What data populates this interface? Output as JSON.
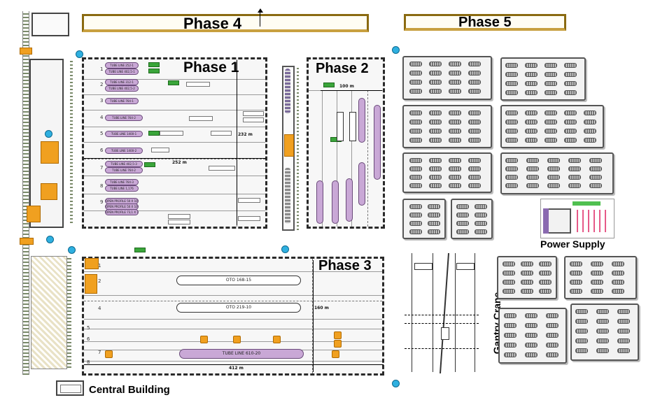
{
  "phases": {
    "phase1": "Phase 1",
    "phase2": "Phase 2",
    "phase3": "Phase 3",
    "phase4": "Phase 4",
    "phase5": "Phase 5"
  },
  "labels": {
    "power_supply": "Power Supply",
    "gantry_crane": "Gantry Crane",
    "central_building": "Central Building"
  },
  "dimensions": {
    "phase1_length": "252 m",
    "phase1_width": "232 m",
    "phase2_length": "100 m",
    "phase3_length": "412 m",
    "phase3_width": "160 m"
  },
  "phase1_lines": [
    "TUBE LINE 252-1",
    "TUBE LINE 402,5-1",
    "TUBE LINE 312-1",
    "TUBE LINE 402,5-2",
    "TUBE LINE 764-1",
    "TUBE LINE 764-2",
    "TUBE LINE 1400-1",
    "TUBE LINE 1400-2",
    "TUBE LINE 402,5-3",
    "TUBE LINE 764-2",
    "TUBE LINE 764-3",
    "TUBE LINE 1,176",
    "OPEN PROFILE 50 X 100-1",
    "OPEN PROFILE 50 X 100-2",
    "OPEN PROFILE 73,1 X 100"
  ],
  "phase3_lines": {
    "line1": "OTO 168-15",
    "line2": "OTO 219-10",
    "line3": "TUBE LINE 610-20"
  },
  "bay_numbers": [
    "1",
    "2",
    "3",
    "4",
    "5",
    "6",
    "7",
    "8",
    "9"
  ]
}
